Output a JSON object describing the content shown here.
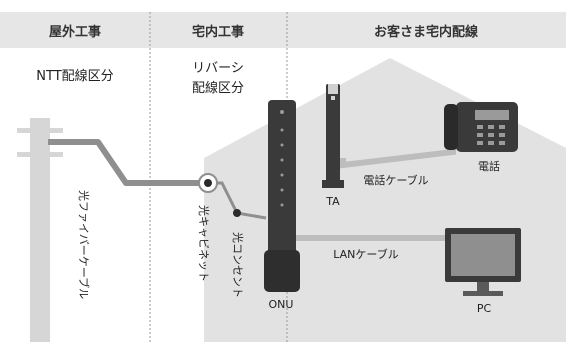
{
  "sections": {
    "outdoor": {
      "header": "屋外工事",
      "sub": "NTT配線区分"
    },
    "indoor": {
      "header": "宅内工事",
      "sub_line1": "リバーシ",
      "sub_line2": "配線区分"
    },
    "customer": {
      "header": "お客さま宅内配線"
    }
  },
  "labels": {
    "optical_fiber_cable": "光ファイバーケーブル",
    "optical_cabinet": "光キャビネット",
    "optical_outlet": "光コンセント",
    "onu": "ONU",
    "ta": "TA",
    "phone_cable": "電話ケーブル",
    "phone": "電話",
    "lan_cable": "LANケーブル",
    "pc": "PC"
  },
  "colors": {
    "header_bg": "#e6e6e6",
    "house": "#e2e2e2",
    "pole": "#d6d6d6",
    "cable": "#8f8f8f",
    "device_dark": "#3a3a3a",
    "divider": "#9a9a9a"
  }
}
